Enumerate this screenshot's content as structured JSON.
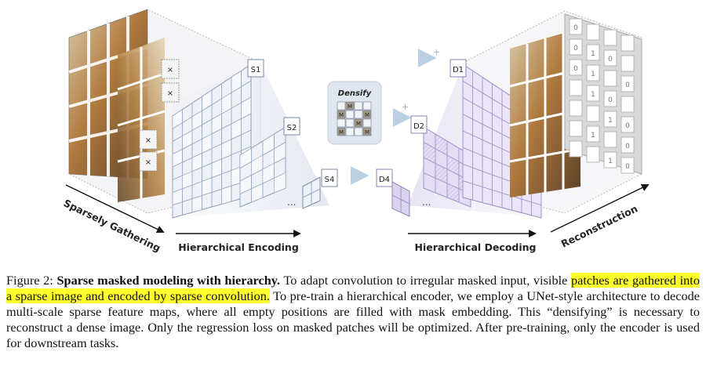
{
  "figure": {
    "labels": {
      "sparsely_gathering": "Sparsely Gathering",
      "hierarchical_encoding": "Hierarchical Encoding",
      "hierarchical_decoding": "Hierarchical Decoding",
      "reconstruction": "Reconstruction",
      "densify": "Densify"
    },
    "encoder_stages": [
      "S1",
      "S2",
      "S4"
    ],
    "decoder_stages": [
      "D1",
      "D2",
      "D4"
    ],
    "mask_token": "M",
    "masked_patch_symbol": "×",
    "ellipsis": "...",
    "plus": "+",
    "mask_map_values": [
      [
        "0",
        "",
        "",
        ""
      ],
      [
        "0",
        "1",
        "0",
        ""
      ],
      [
        "0",
        "1",
        "",
        "0"
      ],
      [
        "",
        "1",
        "0",
        ""
      ],
      [
        "",
        "",
        "1",
        "0"
      ],
      [
        "",
        "1",
        "",
        "0"
      ],
      [
        "",
        "",
        "1",
        "0"
      ]
    ]
  },
  "caption": {
    "label": "Figure 2:",
    "bold_title": "Sparse masked modeling with hierarchy.",
    "text_1": "To adapt convolution to irregular masked input, visible",
    "highlighted": "patches are gathered into a sparse image and encoded by sparse convolution.",
    "text_2": "To pre-train a hierarchical encoder, we employ a UNet-style architecture to decode multi-scale sparse feature maps, where all empty positions are filled with mask embedding. This “densifying” is necessary to reconstruct a dense image. Only the regression loss on masked patches will be optimized. After pre-training, only the encoder is used for downstream tasks."
  }
}
